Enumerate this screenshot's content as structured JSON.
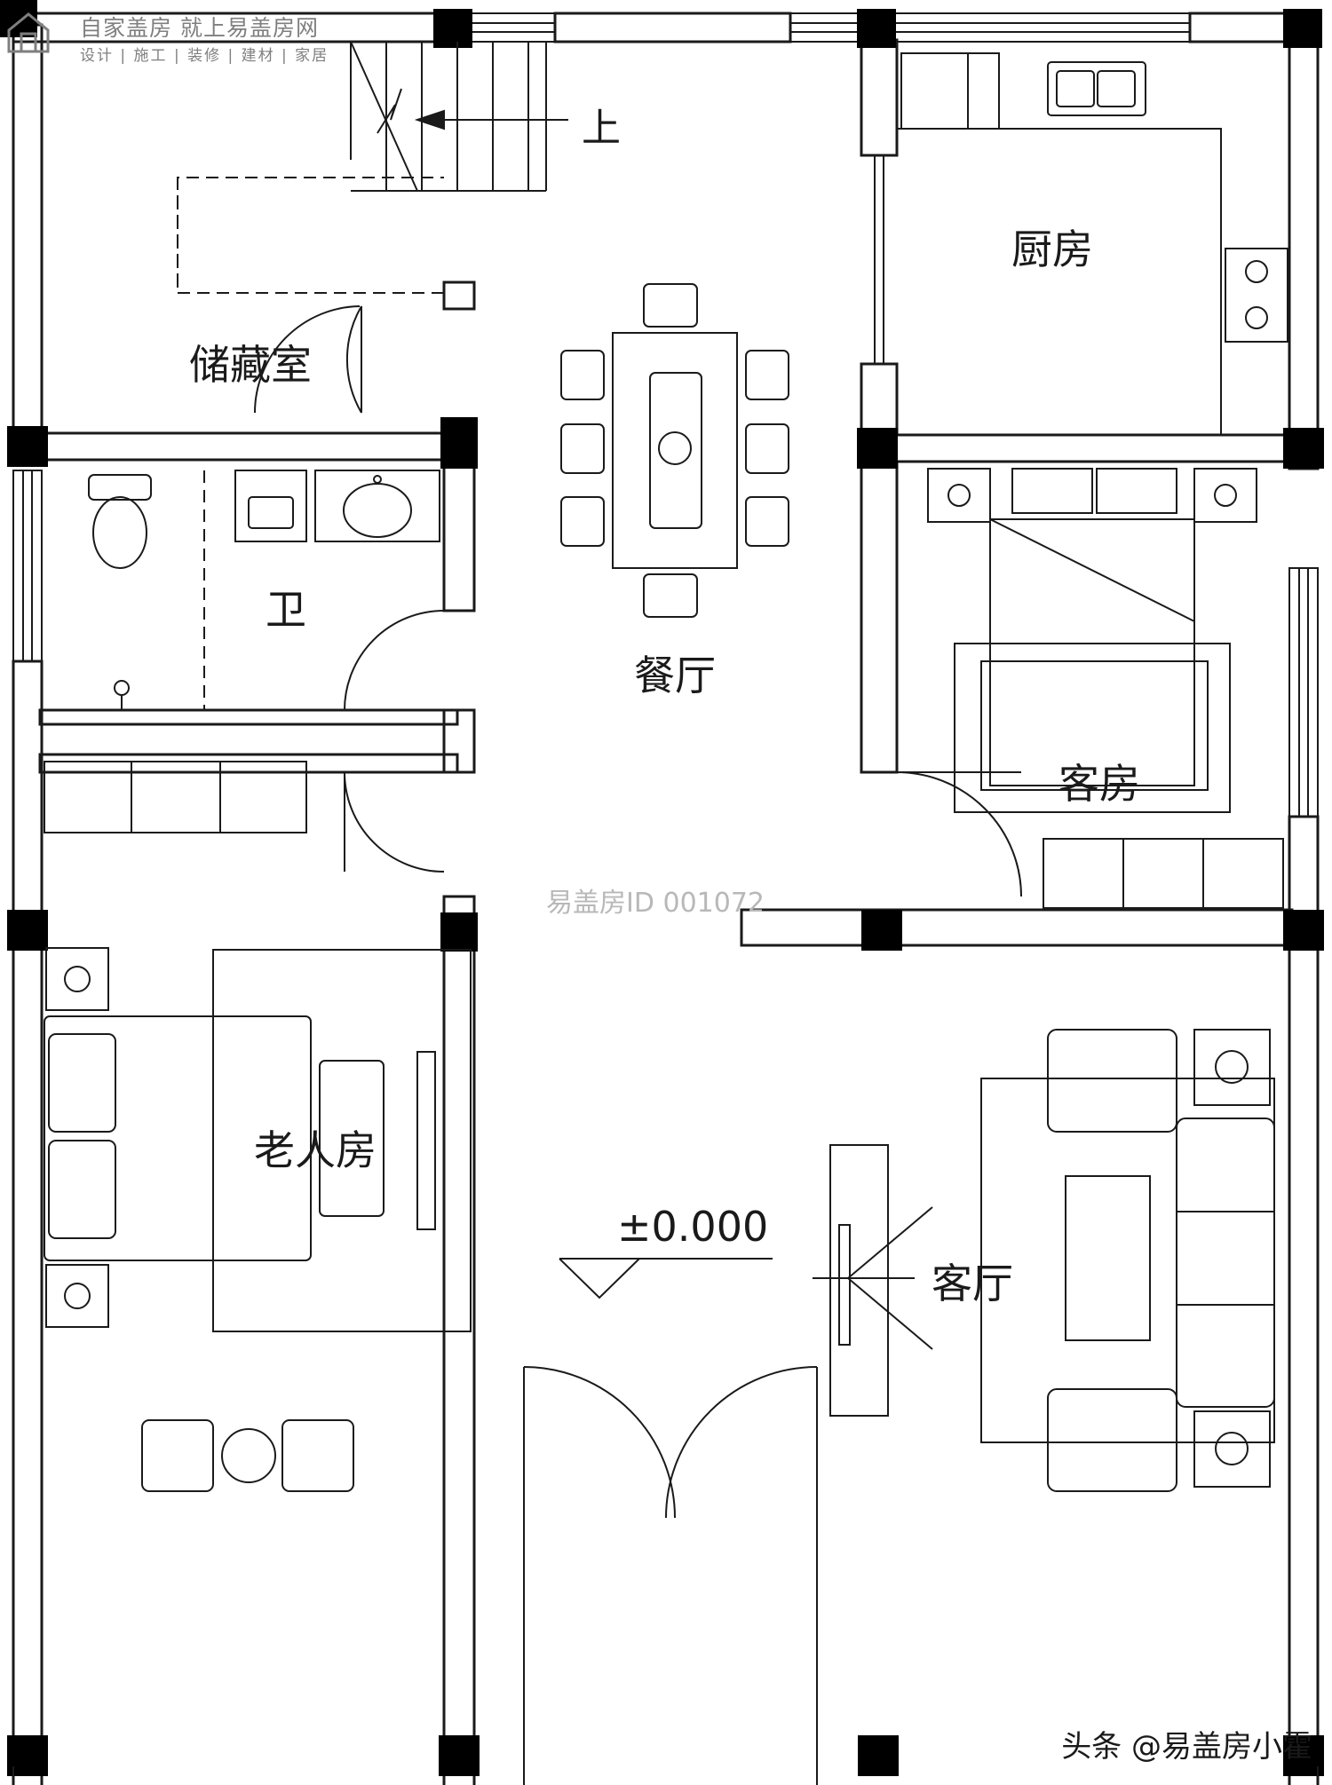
{
  "logo": {
    "line1": "自家盖房 就上易盖房网",
    "line2": "设计 | 施工 | 装修 | 建材 | 家居"
  },
  "rooms": {
    "storage": "储藏室",
    "kitchen": "厨房",
    "dining": "餐厅",
    "bathroom": "卫",
    "guest_room": "客房",
    "elder_room": "老人房",
    "living_room": "客厅"
  },
  "stair_label": "上",
  "elevation": "±0.000",
  "watermark": "易盖房ID 001072",
  "credit": "头条 @易盖房小霍",
  "colors": {
    "line": "#1a1a1a",
    "column": "#000000",
    "watermark": "#b8b8b8"
  }
}
